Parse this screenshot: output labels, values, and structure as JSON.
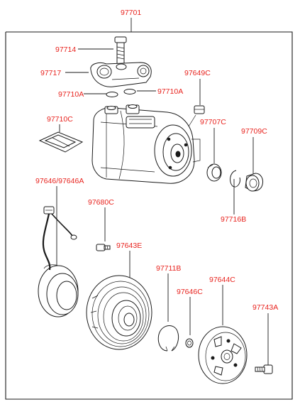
{
  "diagram": {
    "labels": {
      "assembly": "97701",
      "bolt_top": "97714",
      "fitting": "97717",
      "oring_left": "97710A",
      "oring_right": "97710A",
      "plug": "97649C",
      "gasket": "97710C",
      "seal_assembly": "97707C",
      "seal_ring": "97709C",
      "coil_assembly": "97646/97646A",
      "coil_screw": "97680C",
      "snap_ring": "97716B",
      "pulley": "97643E",
      "pulley_snap_ring": "97711B",
      "shim": "97646C",
      "hub": "97644C",
      "hub_bolt": "97743A"
    },
    "colors": {
      "label": "#e8231e",
      "line": "#1a1a1a",
      "background": "#ffffff"
    }
  }
}
